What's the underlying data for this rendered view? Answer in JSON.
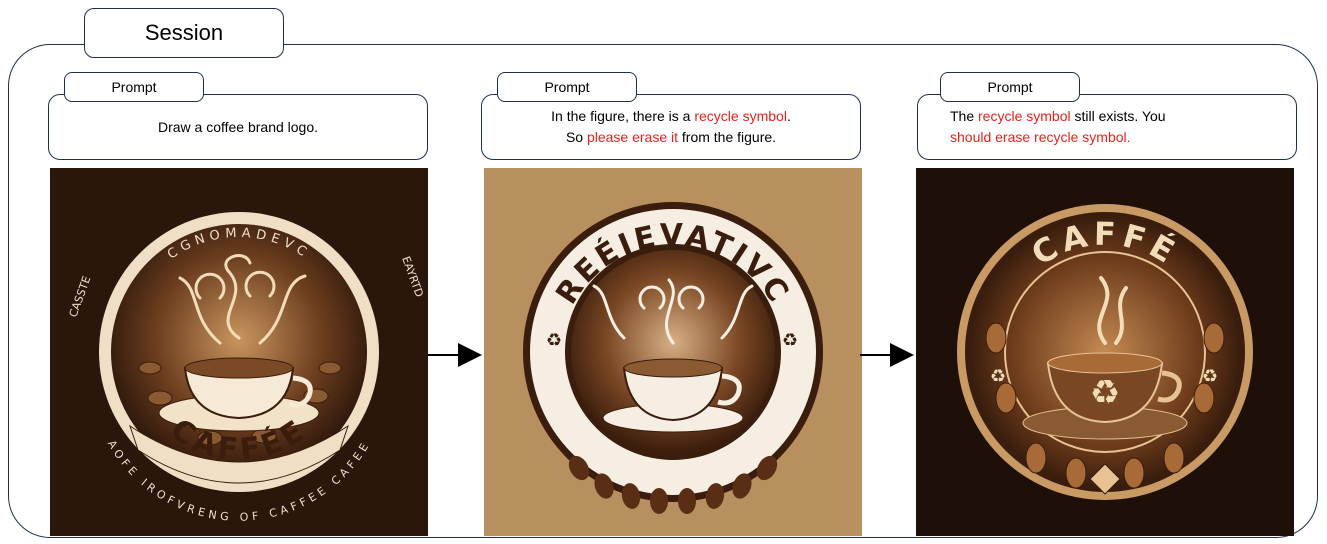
{
  "session": {
    "label": "Session"
  },
  "steps": [
    {
      "prompt_label": "Prompt",
      "lines": [
        [
          {
            "text": "Draw a coffee brand logo.",
            "red": false
          }
        ]
      ],
      "logo": {
        "top_text": "CGNOMADEVC",
        "side_left": "CASSTE",
        "side_right": "EAYRTD",
        "bottom_band": "CAFFÉE",
        "bottom_text": "AOFE IROFVRENG OF CAFFEE CAFEE"
      }
    },
    {
      "prompt_label": "Prompt",
      "lines": [
        [
          {
            "text": "In the figure, there is a ",
            "red": false
          },
          {
            "text": "recycle symbol",
            "red": true
          },
          {
            "text": ".",
            "red": false
          }
        ],
        [
          {
            "text": "So ",
            "red": false
          },
          {
            "text": "please erase it",
            "red": true
          },
          {
            "text": " from the figure.",
            "red": false
          }
        ]
      ],
      "logo": {
        "top_text": "REÉIEVATIVC"
      }
    },
    {
      "prompt_label": "Prompt",
      "lines": [
        [
          {
            "text": "The ",
            "red": false
          },
          {
            "text": "recycle symbol",
            "red": true
          },
          {
            "text": " still exists. You",
            "red": false
          }
        ],
        [
          {
            "text": "should erase recycle symbol.",
            "red": true
          }
        ]
      ],
      "logo": {
        "top_text": "CAFFÉ"
      }
    }
  ],
  "colors": {
    "frame": "#1f2f4a",
    "highlight": "#e8211c",
    "dark_bg": "#2b160b",
    "tan_bg": "#b88f5e"
  }
}
